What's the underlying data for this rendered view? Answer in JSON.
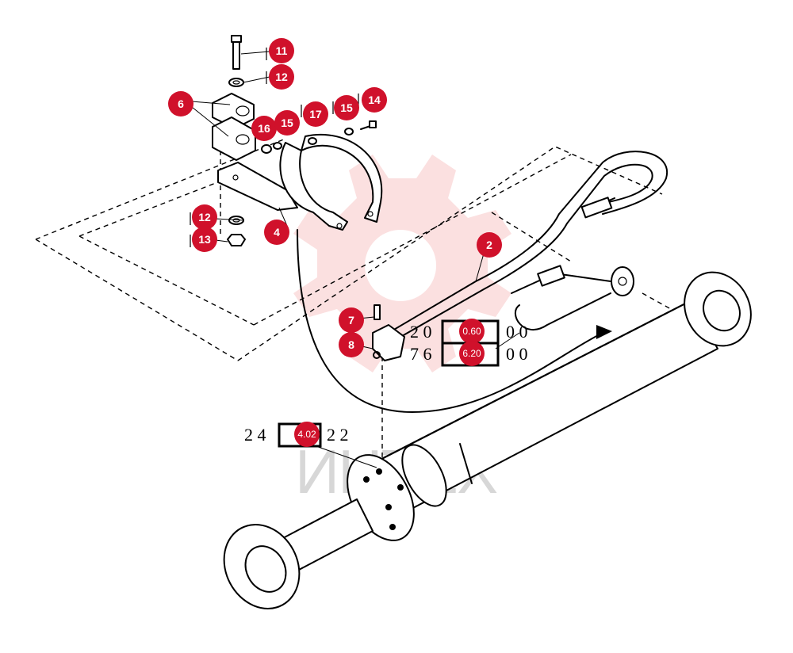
{
  "callouts": {
    "c11": "11",
    "c12a": "12",
    "c6": "6",
    "c16": "16",
    "c15a": "15",
    "c17": "17",
    "c15b": "15",
    "c14": "14",
    "c12b": "12",
    "c13": "13",
    "c4": "4",
    "c2": "2",
    "c7": "7",
    "c8": "8"
  },
  "part_refs": {
    "r1": {
      "left": "2 0",
      "code": "0.60",
      "right": "0 0"
    },
    "r2": {
      "left": "7 6",
      "code": "6.20",
      "right": "0 0"
    },
    "r3": {
      "left": "2 4",
      "code": "4.02",
      "right": "2 2"
    }
  },
  "watermark": {
    "text": "ИНТЕХ",
    "color": "#f4a7a7"
  },
  "colors": {
    "badge": "#d0112b",
    "ink": "#000000"
  }
}
